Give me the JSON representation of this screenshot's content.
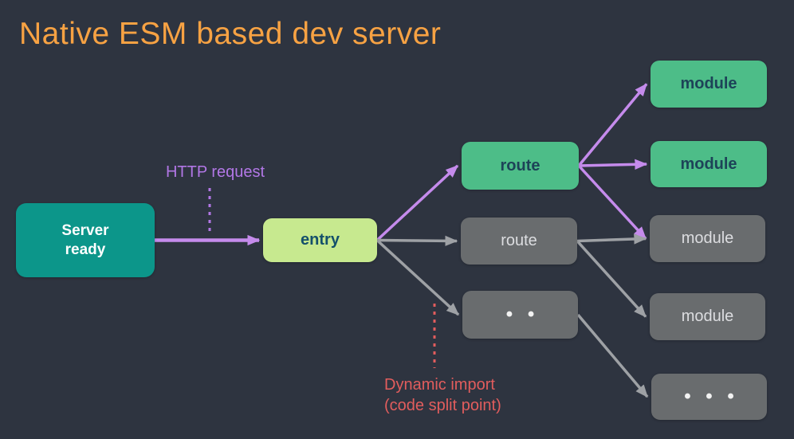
{
  "title": {
    "text": "Native ESM based dev server"
  },
  "annotations": {
    "http_request": {
      "text": "HTTP request",
      "color": "#b277e6"
    },
    "dynamic_import": {
      "text": "Dynamic import\n(code split point)",
      "color": "#e25d5d"
    }
  },
  "diagram": {
    "nodes": [
      {
        "id": "server-ready",
        "label": "Server\nready",
        "state": "server",
        "color": "#0c968a"
      },
      {
        "id": "entry",
        "label": "entry",
        "state": "entry",
        "color": "#c7e98f"
      },
      {
        "id": "route-1",
        "label": "route",
        "state": "loaded",
        "color": "#4dbd88"
      },
      {
        "id": "route-2",
        "label": "route",
        "state": "unloaded",
        "color": "#696c6e"
      },
      {
        "id": "route-more",
        "label": "• •",
        "state": "unloaded",
        "color": "#696c6e"
      },
      {
        "id": "module-1",
        "label": "module",
        "state": "loaded",
        "color": "#4dbd88"
      },
      {
        "id": "module-2",
        "label": "module",
        "state": "loaded",
        "color": "#4dbd88"
      },
      {
        "id": "module-3",
        "label": "module",
        "state": "unloaded",
        "color": "#696c6e"
      },
      {
        "id": "module-4",
        "label": "module",
        "state": "unloaded",
        "color": "#696c6e"
      },
      {
        "id": "module-more",
        "label": "• • •",
        "state": "unloaded",
        "color": "#696c6e"
      }
    ],
    "edges": [
      {
        "from": "server-ready",
        "to": "entry",
        "kind": "request"
      },
      {
        "from": "entry",
        "to": "route-1",
        "kind": "loaded"
      },
      {
        "from": "entry",
        "to": "route-2",
        "kind": "unloaded"
      },
      {
        "from": "entry",
        "to": "route-more",
        "kind": "unloaded"
      },
      {
        "from": "route-1",
        "to": "module-1",
        "kind": "loaded"
      },
      {
        "from": "route-1",
        "to": "module-2",
        "kind": "loaded"
      },
      {
        "from": "route-1",
        "to": "module-3",
        "kind": "loaded"
      },
      {
        "from": "route-2",
        "to": "module-3",
        "kind": "unloaded"
      },
      {
        "from": "route-2",
        "to": "module-4",
        "kind": "unloaded"
      },
      {
        "from": "route-more",
        "to": "module-more",
        "kind": "unloaded"
      }
    ]
  },
  "colors": {
    "background": "#2e3440",
    "title_orange": "#f7a243",
    "arrow_purple": "#c58bec",
    "arrow_gray": "#9ea1a5",
    "dashed_purple": "#b277e6",
    "dashed_red": "#e25d5d"
  }
}
